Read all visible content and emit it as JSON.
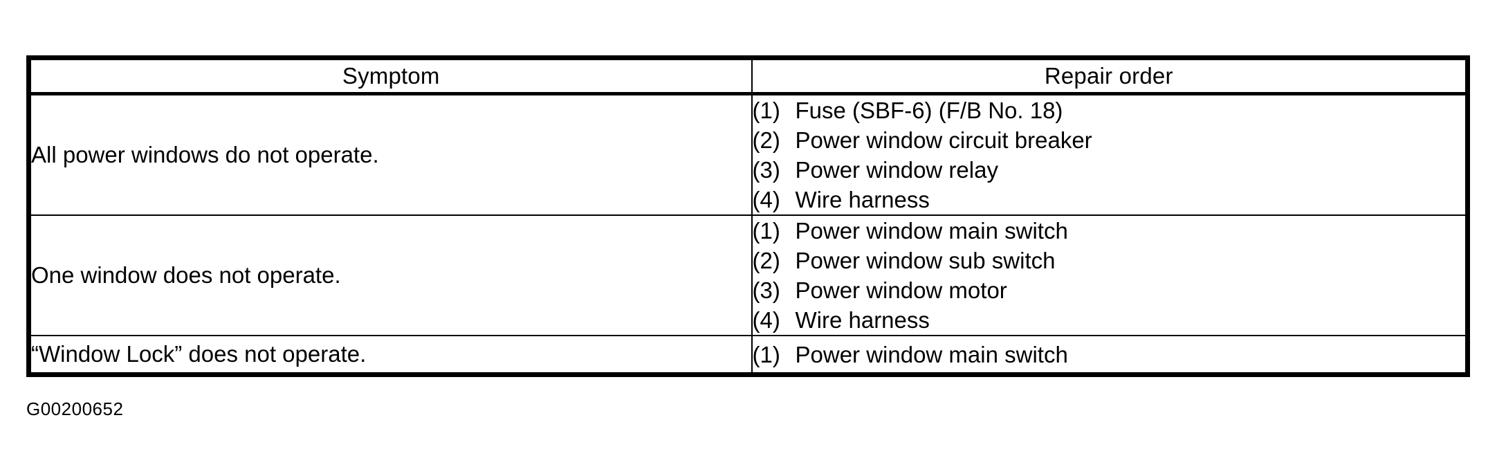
{
  "table": {
    "headers": {
      "symptom": "Symptom",
      "repair_order": "Repair order"
    },
    "rows": [
      {
        "symptom": "All power windows do not operate.",
        "repair_items": [
          {
            "num": "(1)",
            "text": "Fuse (SBF-6) (F/B No. 18)"
          },
          {
            "num": "(2)",
            "text": "Power window circuit breaker"
          },
          {
            "num": "(3)",
            "text": "Power window relay"
          },
          {
            "num": "(4)",
            "text": "Wire harness"
          }
        ]
      },
      {
        "symptom": "One window does not operate.",
        "repair_items": [
          {
            "num": "(1)",
            "text": "Power window main switch"
          },
          {
            "num": "(2)",
            "text": "Power window sub switch"
          },
          {
            "num": "(3)",
            "text": "Power window motor"
          },
          {
            "num": "(4)",
            "text": "Wire harness"
          }
        ]
      },
      {
        "symptom": "“Window Lock” does not operate.",
        "repair_items": [
          {
            "num": "(1)",
            "text": "Power window main switch"
          }
        ]
      }
    ]
  },
  "caption": "G00200652",
  "colors": {
    "ink": "#000000",
    "paper": "#ffffff"
  }
}
